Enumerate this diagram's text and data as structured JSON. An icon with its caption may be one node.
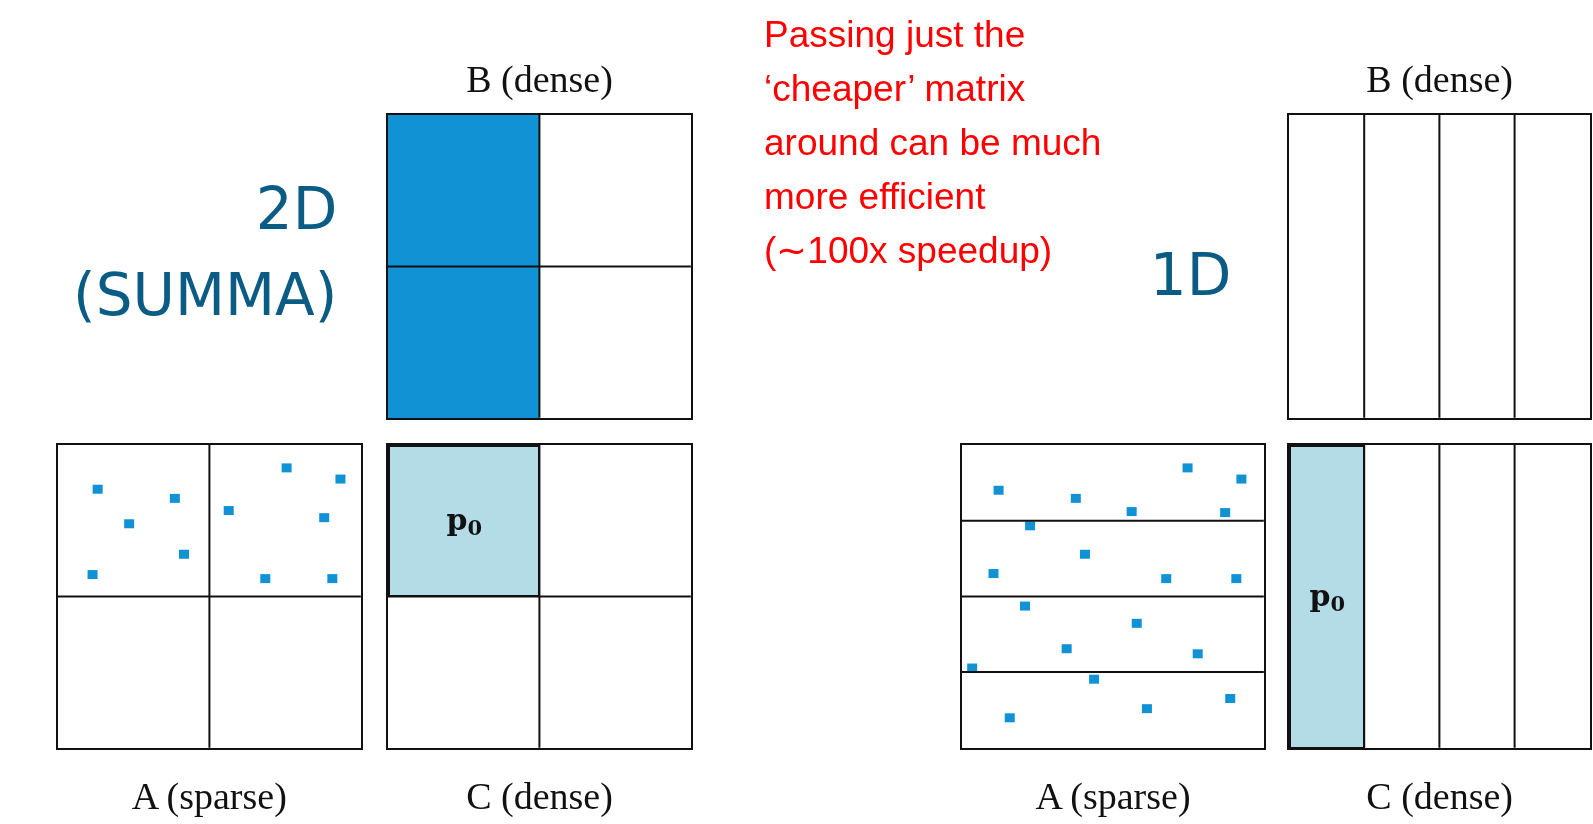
{
  "diagram": {
    "nodes": [
      {
        "text": [
          "B (dense)"
        ]
      },
      {
        "text": [
          "A (sparse)"
        ]
      },
      {
        "text": [
          "C (dense)"
        ]
      },
      {
        "text": [
          "p$_{0}$"
        ],
        "in": 2
      },
      {
        "text": [
          "B (dense)"
        ]
      },
      {
        "text": [
          "A (sparse)"
        ]
      },
      {
        "text": [
          "C (dense)"
        ]
      },
      {
        "text": [
          "p$_{0}$"
        ],
        "in": 6
      },
      {
        "text": [],
        "shape": "box",
        "in": 0
      }
    ],
    "labels": [
      "Passing just the ‘cheaper’ matrix around can be much more efficient (∼100x speedup)",
      "2D (SUMMA)",
      "1D"
    ]
  }
}
